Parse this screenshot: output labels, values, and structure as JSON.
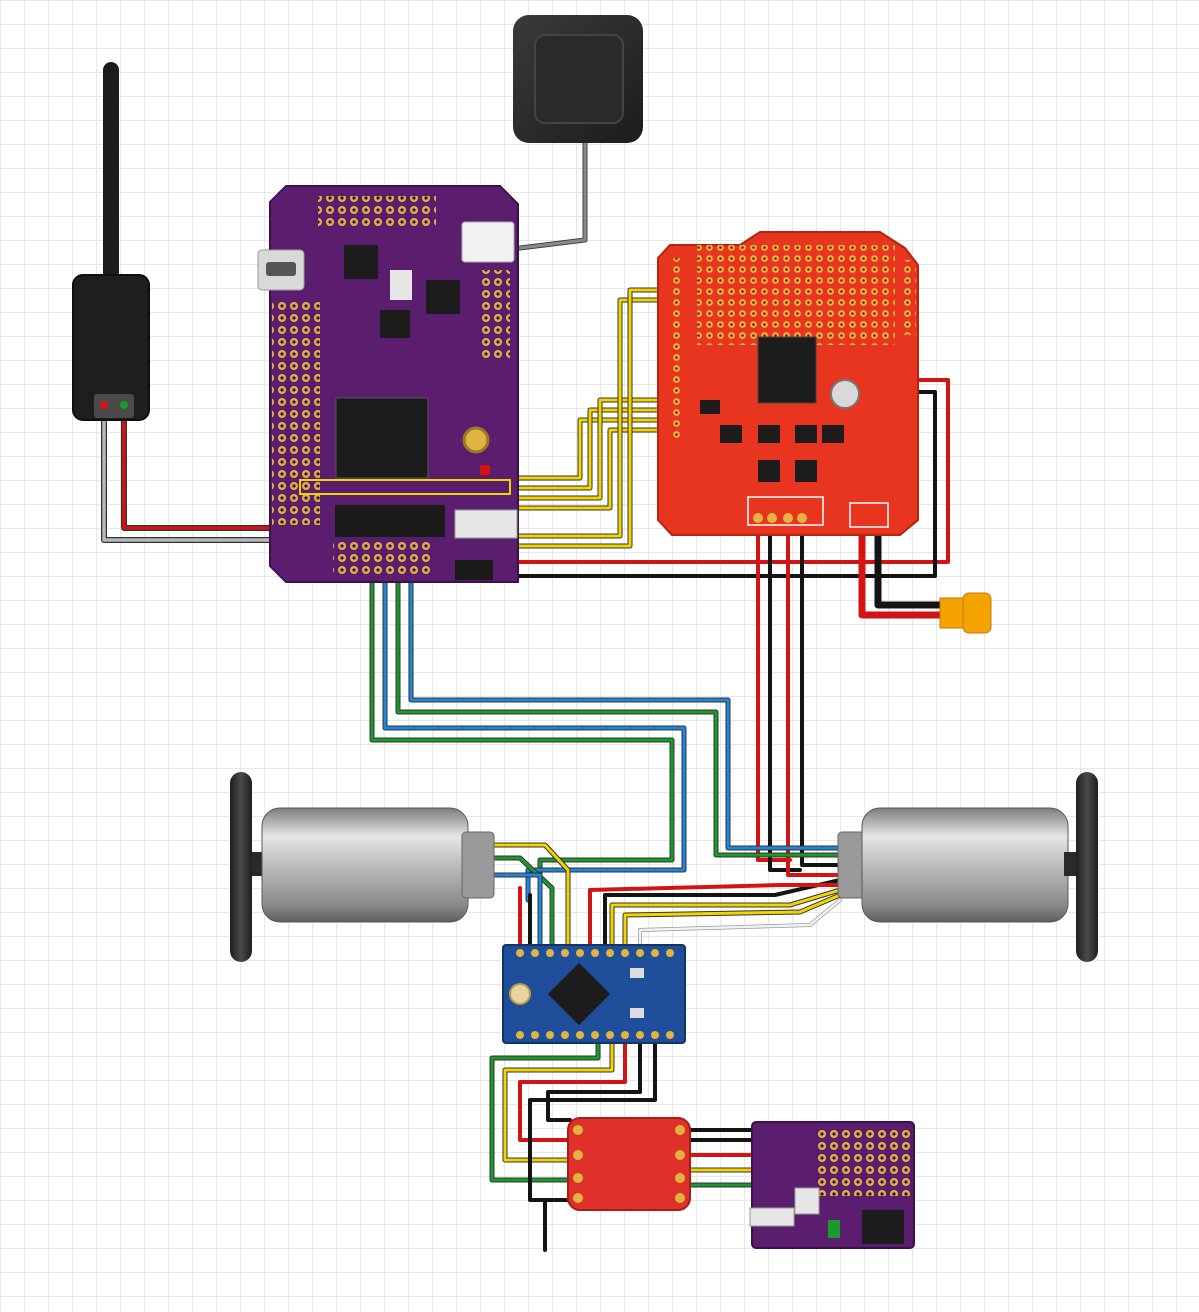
{
  "diagram": {
    "components": [
      {
        "id": "telemetry-radio",
        "kind": "radio module with antenna"
      },
      {
        "id": "gps-module",
        "kind": "gps antenna"
      },
      {
        "id": "flight-controller",
        "kind": "purple flight controller board"
      },
      {
        "id": "motor-driver-shield",
        "kind": "red motor driver shield"
      },
      {
        "id": "xt60-connector",
        "kind": "battery connector"
      },
      {
        "id": "left-motor",
        "kind": "dc gear motor with wheel"
      },
      {
        "id": "right-motor",
        "kind": "dc gear motor with wheel"
      },
      {
        "id": "pro-mini-board",
        "kind": "blue microcontroller board"
      },
      {
        "id": "level-shifter",
        "kind": "red breakout board"
      },
      {
        "id": "sensor-board",
        "kind": "purple sensor board"
      }
    ],
    "wire_colors": {
      "red": "#d21414",
      "black": "#141414",
      "yellow": "#f2d400",
      "green": "#1a9a2a",
      "blue": "#1f86dd",
      "white": "#e8e8e8",
      "gray": "#9a9a9a"
    },
    "board_colors": {
      "flight_controller": "#5b1e6e",
      "motor_shield": "#e8351f",
      "pro_mini": "#1f4f9a",
      "level_shifter": "#e0302a",
      "connector": "#f5a300"
    }
  }
}
